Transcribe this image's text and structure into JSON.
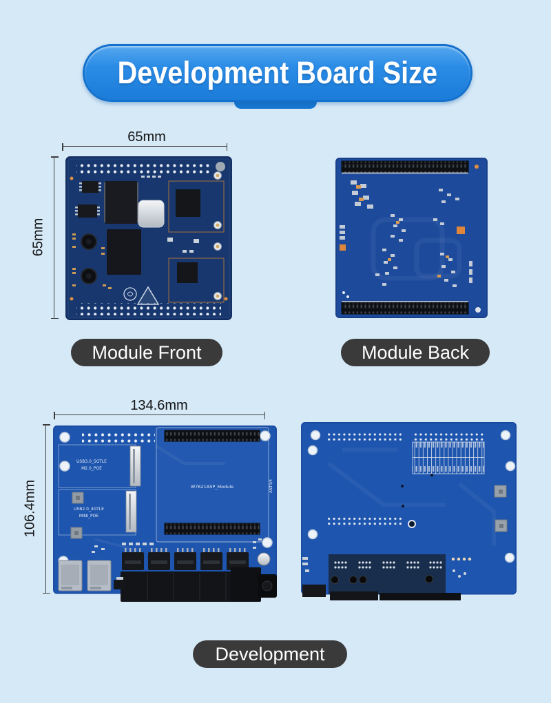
{
  "header": {
    "title": "Development Board Size"
  },
  "module_front": {
    "caption": "Module Front",
    "width_label": "65mm",
    "height_label": "65mm"
  },
  "module_back": {
    "caption": "Module Back"
  },
  "dev_board": {
    "caption": "Development",
    "width_label": "134.6mm",
    "height_label": "106.4mm",
    "silkscreen": {
      "slot1_line1": "USB3.0_5GTLE",
      "slot1_line2": "M2.0_POE",
      "slot2_line1": "USB2.0_4GTLE",
      "slot2_line2": "MINI_POE",
      "module_area_label": "W7621ASP_Module",
      "antenna_label": "ANT3/4"
    }
  },
  "colors": {
    "page_bg": "#d6e9f7",
    "banner_blue": "#2b8ce6",
    "banner_border": "#1572cc",
    "caption_pill_bg": "#3a3a3b",
    "module_front_pcb": "#17376e",
    "module_back_pcb": "#1d4a9b",
    "dev_pcb": "#1e55ae",
    "copper": "#c07a35",
    "dimension_text": "#141414"
  }
}
